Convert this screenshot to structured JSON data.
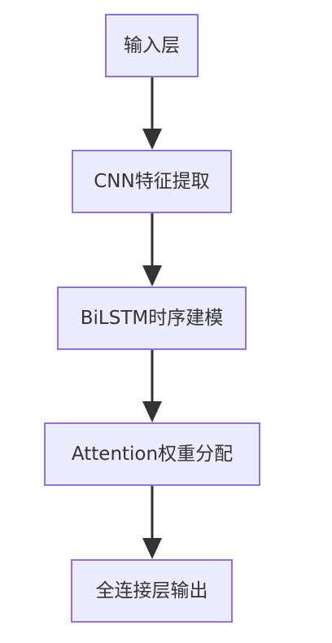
{
  "diagram": {
    "colors": {
      "node_fill": "#ececff",
      "node_border": "#9370db",
      "text": "#333333",
      "edge": "#333333"
    },
    "nodes": [
      {
        "id": "n0",
        "label": "输入层"
      },
      {
        "id": "n1",
        "label": "CNN特征提取"
      },
      {
        "id": "n2",
        "label": "BiLSTM时序建模"
      },
      {
        "id": "n3",
        "label": "Attention权重分配"
      },
      {
        "id": "n4",
        "label": "全连接层输出"
      }
    ],
    "edges": [
      {
        "from": "n0",
        "to": "n1"
      },
      {
        "from": "n1",
        "to": "n2"
      },
      {
        "from": "n2",
        "to": "n3"
      },
      {
        "from": "n3",
        "to": "n4"
      }
    ]
  }
}
